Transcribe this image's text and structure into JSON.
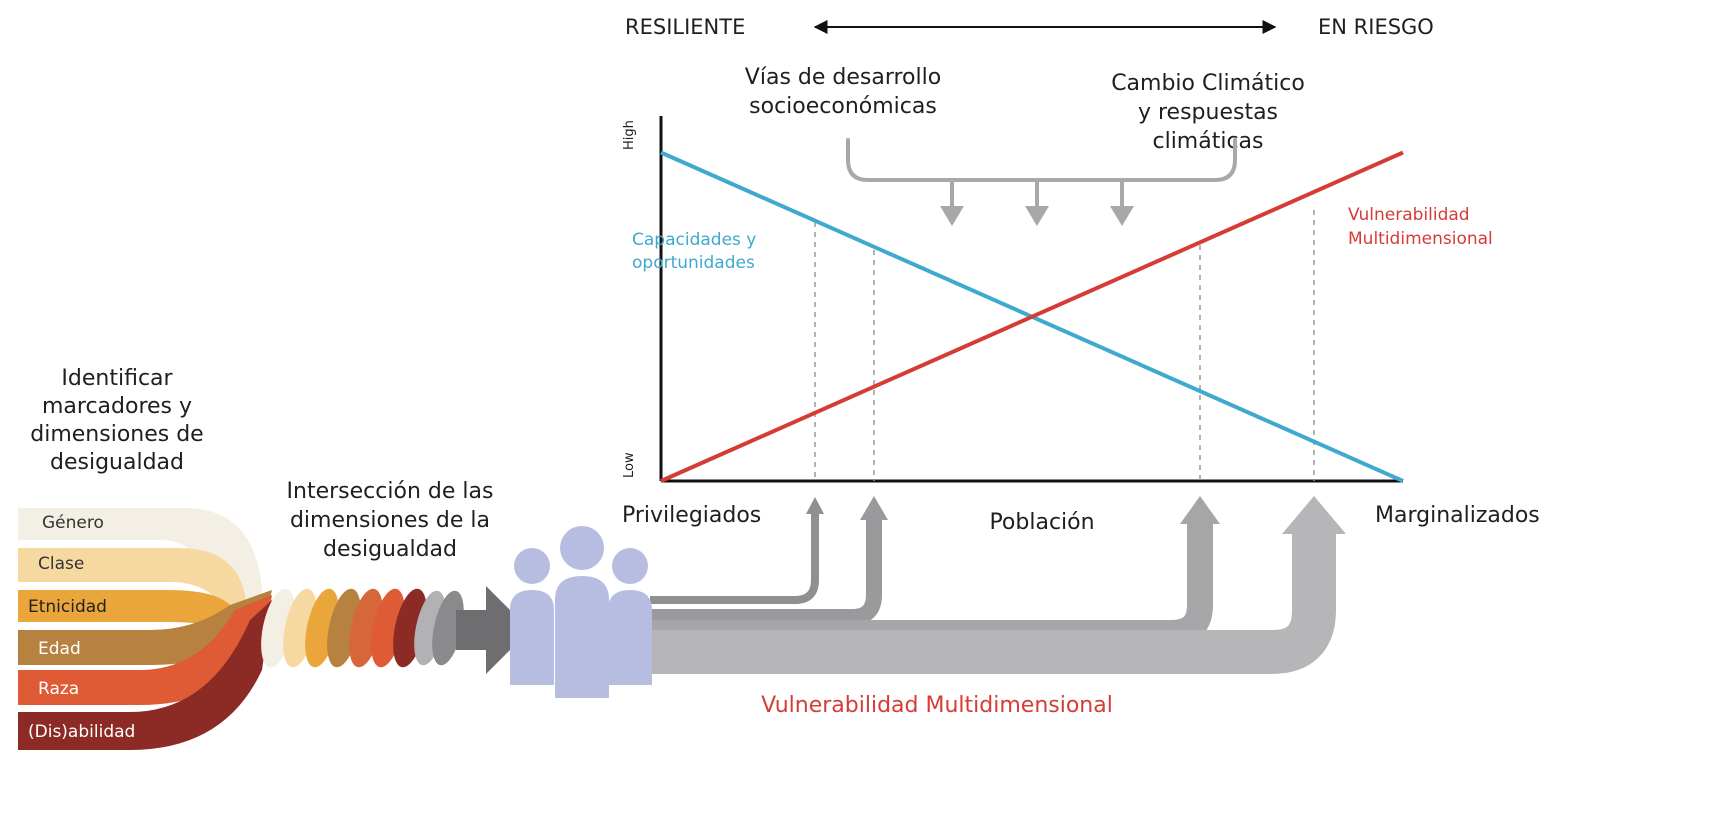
{
  "scale": {
    "left_label": "RESILIENTE",
    "right_label": "EN RIESGO"
  },
  "drivers": {
    "socioeconomic": [
      "Vías de desarrollo",
      "socioeconómicas"
    ],
    "climate": [
      "Cambio Climático",
      "y respuestas",
      "climáticas"
    ]
  },
  "chart": {
    "y_high": "High",
    "y_low": "Low",
    "x_left": "Privilegiados",
    "x_center": "Población",
    "x_right": "Marginalizados",
    "capacities_label": [
      "Capacidades y",
      "oportunidades"
    ],
    "vulnerability_label": [
      "Vulnerabilidad",
      "Multidimensional"
    ]
  },
  "chart_data": {
    "type": "line",
    "title": "",
    "xlabel": "Población",
    "ylabel": "",
    "x_categories": [
      "Privilegiados",
      "Marginalizados"
    ],
    "y_ticks": [
      "Low",
      "High"
    ],
    "ylim": [
      0,
      1
    ],
    "grid": false,
    "series": [
      {
        "name": "Capacidades y oportunidades",
        "x": [
          0,
          1
        ],
        "y": [
          0.9,
          0.0
        ],
        "color": "#3fa9cf"
      },
      {
        "name": "Vulnerabilidad Multidimensional",
        "x": [
          0,
          1
        ],
        "y": [
          0.0,
          0.9
        ],
        "color": "#d63c36"
      }
    ]
  },
  "markers": {
    "title": [
      "Identificar",
      "marcadores y",
      "dimensiones de",
      "desigualdad"
    ],
    "items": [
      {
        "label": "Género",
        "color": "#f3efe4",
        "text_color": "#333333"
      },
      {
        "label": "Clase",
        "color": "#f6d9a0",
        "text_color": "#333333"
      },
      {
        "label": "Etnicidad",
        "color": "#eaa63a",
        "text_color": "#222222"
      },
      {
        "label": "Edad",
        "color": "#b7813f",
        "text_color": "#ffffff"
      },
      {
        "label": "Raza",
        "color": "#df5b35",
        "text_color": "#ffffff"
      },
      {
        "label": "(Dis)abilidad",
        "color": "#8c2a26",
        "text_color": "#ffffff"
      }
    ]
  },
  "intersection_label": [
    "Intersección de las",
    "dimensiones de la",
    "desigualdad"
  ],
  "bottom_label": "Vulnerabilidad Multidimensional",
  "colors": {
    "blue": "#3fa9cf",
    "red": "#d63c36",
    "gray_arrow": "#a8a8aa",
    "people": "#b7bde0"
  }
}
